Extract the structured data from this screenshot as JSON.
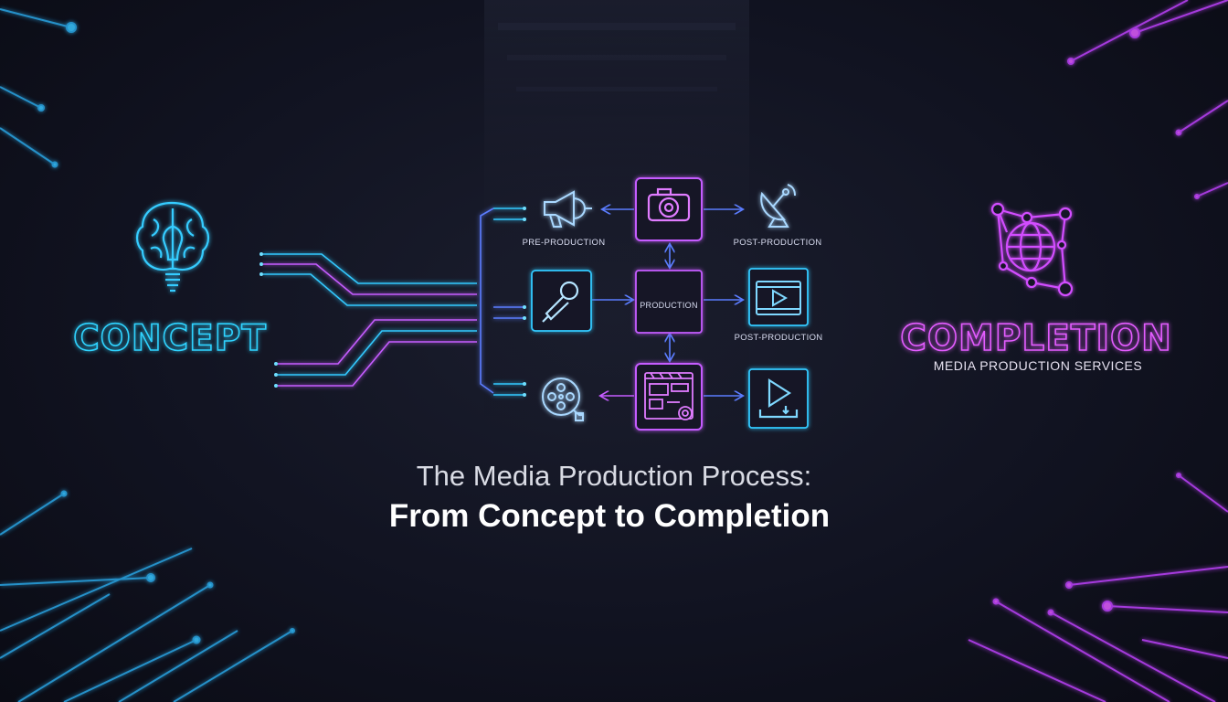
{
  "left": {
    "heading": "CONCEPT"
  },
  "right": {
    "heading": "COMPLETION",
    "subtitle": "MEDIA PRODUCTION SERVICES"
  },
  "flow": {
    "labels": {
      "pre_production": "PRE-PRODUCTION",
      "post_production_top": "POST-PRODUCTION",
      "production": "PRODUCTION",
      "post_production_mid": "POST-PRODUCTION"
    }
  },
  "title": {
    "line1": "The Media Production Process:",
    "line2": "From Concept to Completion"
  },
  "colors": {
    "cyan": "#33c9ff",
    "pink": "#c55cff",
    "blue": "#5b7dff",
    "background": "#111321"
  },
  "icons": [
    "brain-lightbulb-icon",
    "network-globe-icon",
    "megaphone-icon",
    "camera-icon",
    "satellite-dish-icon",
    "microphone-icon",
    "video-player-icon",
    "film-reel-icon",
    "editing-board-icon",
    "play-download-icon"
  ]
}
